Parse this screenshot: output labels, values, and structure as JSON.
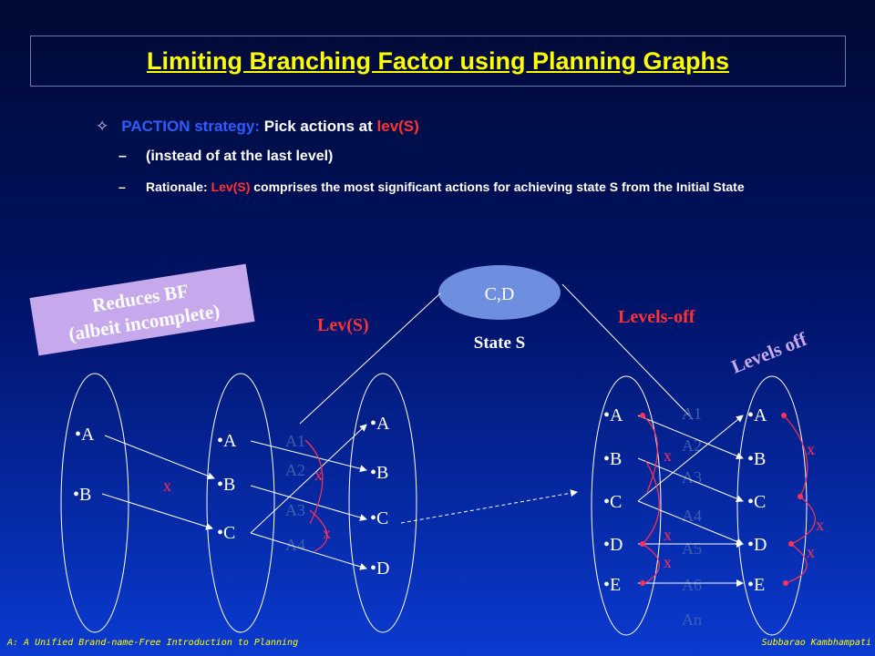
{
  "title": "Limiting Branching Factor using Planning Graphs",
  "bullet": {
    "strategy_label": "PACTION strategy:",
    "strategy_text": " Pick actions at ",
    "lev_term": "lev(S)"
  },
  "sub1": "(instead of at the last level)",
  "sub2": {
    "prefix": "Rationale: ",
    "lev_term": "Lev(S)",
    "suffix": " comprises the most significant actions for achieving state S from the Initial State"
  },
  "reduces_box": {
    "line1": "Reduces BF",
    "line2": "(albeit incomplete)"
  },
  "state": {
    "label": "C,D",
    "caption": "State S"
  },
  "labels": {
    "lev_s": "Lev(S)",
    "levels_off": "Levels-off",
    "levels_off2": "Levels off"
  },
  "level0_props": [
    "•A",
    "•B"
  ],
  "level1_props": [
    "•A",
    "•B",
    "•C"
  ],
  "level2_props": [
    "•A",
    "•B",
    "•C",
    "•D"
  ],
  "level3_props": [
    "•A",
    "•B",
    "•C",
    "•D",
    "•E"
  ],
  "level4_props": [
    "•A",
    "•B",
    "•C",
    "•D",
    "•E"
  ],
  "faded_actions_left": [
    "A1",
    "A2",
    "A3",
    "A4"
  ],
  "faded_actions_right": [
    "A1",
    "A2",
    "A3",
    "A4",
    "A5",
    "A6",
    "An"
  ],
  "mutex_mark": "x",
  "footer": {
    "left": "A: A  Unified Brand-name-Free Introduction to Planning",
    "right": "Subbarao Kambhampati"
  },
  "colors": {
    "title": "#ffff00",
    "red": "#ff3333",
    "lavender": "#c6a9ec",
    "state_fill": "#6e8fe0"
  }
}
